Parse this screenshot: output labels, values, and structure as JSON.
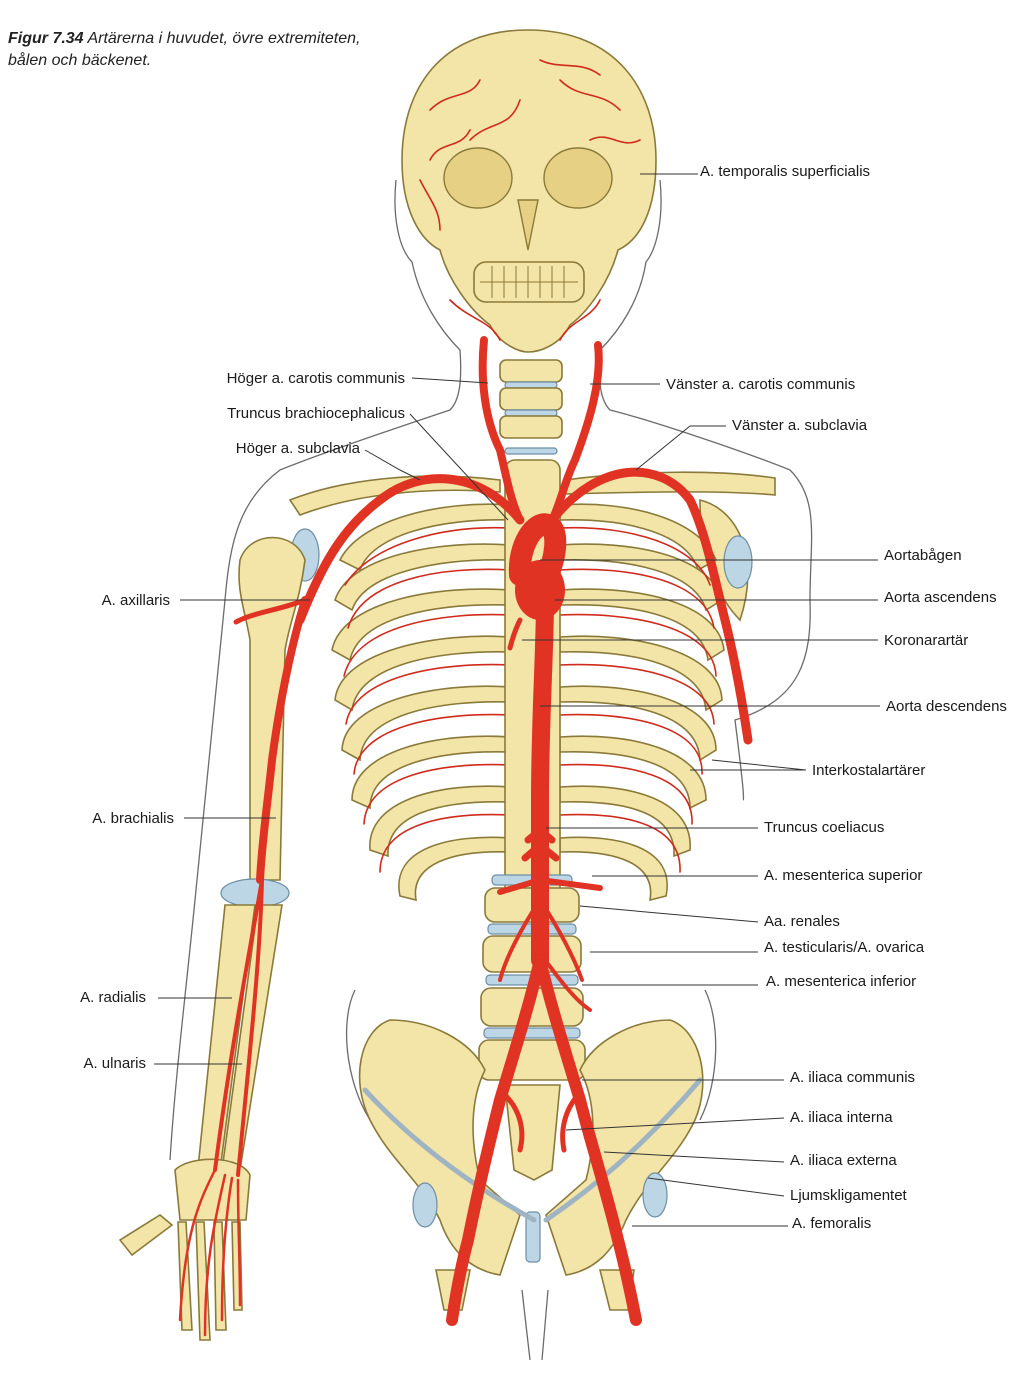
{
  "caption": {
    "number": "Figur 7.34",
    "text": "Artärerna i huvudet, övre extremiteten, bålen och bäckenet."
  },
  "labels": [
    {
      "id": "temporalis",
      "text": "A. temporalis superficialis"
    },
    {
      "id": "hoger-carotis",
      "text": "Höger a. carotis communis"
    },
    {
      "id": "vanster-carotis",
      "text": "Vänster a. carotis communis"
    },
    {
      "id": "truncus-brachio",
      "text": "Truncus brachiocephalicus"
    },
    {
      "id": "vanster-subclavia",
      "text": "Vänster a. subclavia"
    },
    {
      "id": "hoger-subclavia",
      "text": "Höger a. subclavia"
    },
    {
      "id": "aortabagen",
      "text": "Aortabågen"
    },
    {
      "id": "axillaris",
      "text": "A. axillaris"
    },
    {
      "id": "aorta-ascendens",
      "text": "Aorta ascendens"
    },
    {
      "id": "koronarartar",
      "text": "Koronarartär"
    },
    {
      "id": "aorta-descendens",
      "text": "Aorta descendens"
    },
    {
      "id": "interkostal",
      "text": "Interkostalartärer"
    },
    {
      "id": "brachialis",
      "text": "A. brachialis"
    },
    {
      "id": "truncus-coeliacus",
      "text": "Truncus coeliacus"
    },
    {
      "id": "mesenterica-sup",
      "text": "A. mesenterica superior"
    },
    {
      "id": "renales",
      "text": "Aa. renales"
    },
    {
      "id": "testicularis",
      "text": "A. testicularis/A. ovarica"
    },
    {
      "id": "radialis",
      "text": "A. radialis"
    },
    {
      "id": "mesenterica-inf",
      "text": "A. mesenterica inferior"
    },
    {
      "id": "ulnaris",
      "text": "A. ulnaris"
    },
    {
      "id": "iliaca-communis",
      "text": "A. iliaca communis"
    },
    {
      "id": "iliaca-interna",
      "text": "A. iliaca interna"
    },
    {
      "id": "iliaca-externa",
      "text": "A. iliaca externa"
    },
    {
      "id": "ljumskligamentet",
      "text": "Ljumskligamentet"
    },
    {
      "id": "femoralis",
      "text": "A. femoralis"
    }
  ],
  "colors": {
    "artery": "#e03323",
    "bone": "#f3e4a8",
    "cartilage": "#bcd6e6"
  }
}
